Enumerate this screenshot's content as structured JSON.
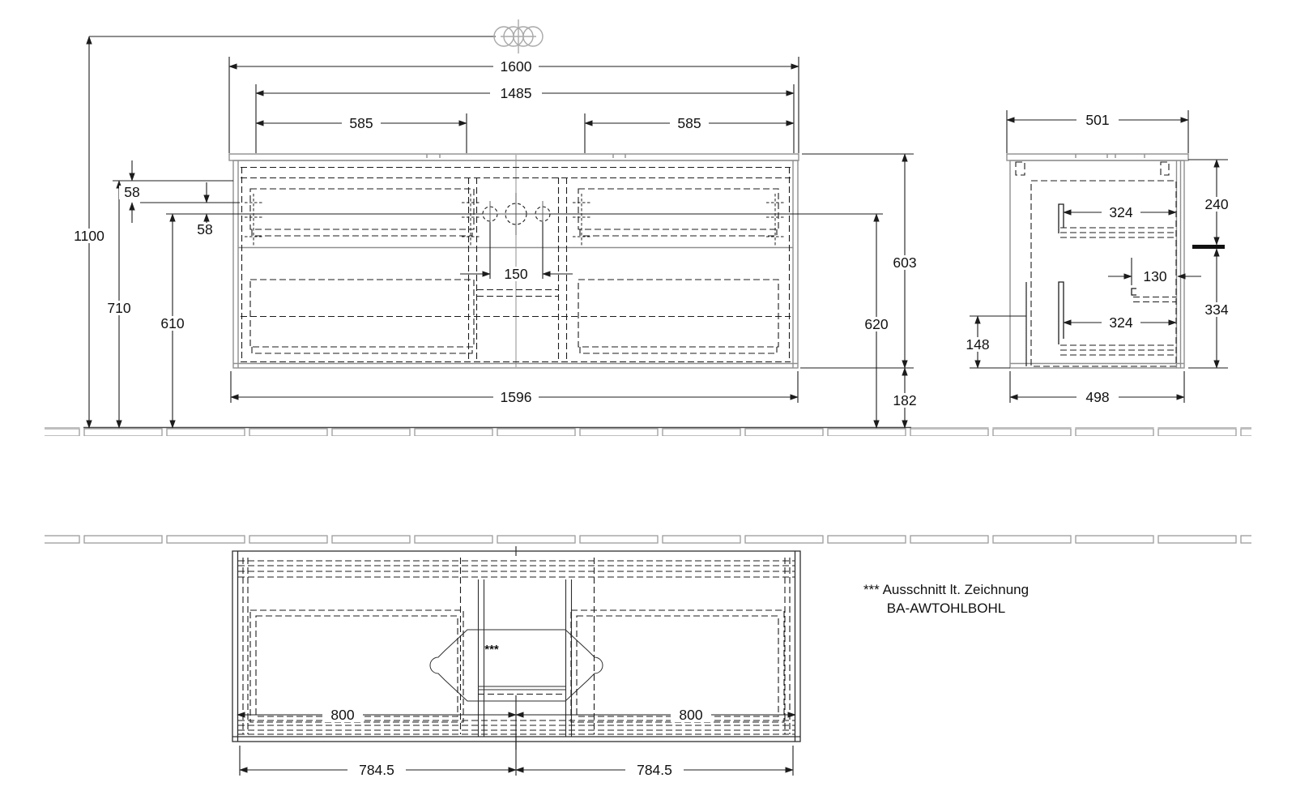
{
  "colors": {
    "dim_line": "#1c1c1c",
    "cabinet_outline": "#8f8f8f",
    "floor_tile": "#9c9c9c",
    "plan_outline": "#2e2e2e"
  },
  "dims": {
    "total_width": "1600",
    "inner_width": "1485",
    "left_drawer_width": "585",
    "right_drawer_width": "585",
    "tap_hole_spacing": "150",
    "offset_top_a": "58",
    "offset_top_b": "58",
    "height_overall": "1100",
    "height_under_top": "710",
    "height_under_apron": "610",
    "cabinet_height": "603",
    "outlet_height": "620",
    "floor_gap": "182",
    "body_width": "1596",
    "depth_top": "501",
    "depth_body": "498",
    "side_upper": "240",
    "side_lower": "334",
    "siphon_offset": "130",
    "runner_upper": "324",
    "runner_lower": "324",
    "service_gap": "148",
    "plan_left": "800",
    "plan_right": "800",
    "plan_half_left": "784.5",
    "plan_half_right": "784.5"
  },
  "annotation": {
    "cutout_marker": "***",
    "note_line1": "*** Ausschnitt lt. Zeichnung",
    "note_line2": "BA-AWTOHLBOHL"
  }
}
